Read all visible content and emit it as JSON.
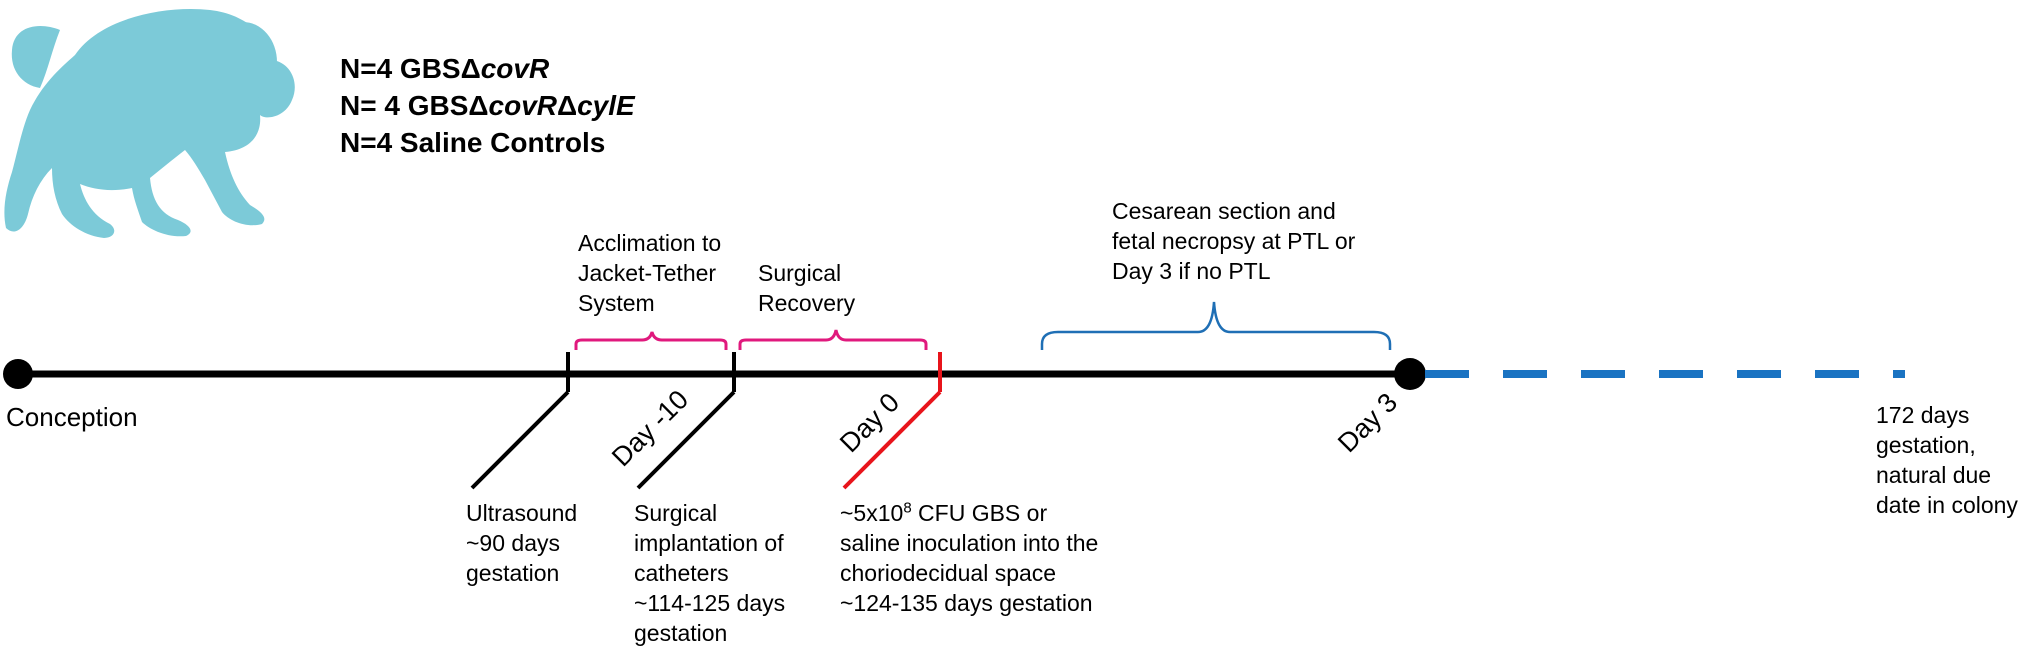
{
  "groups": [
    {
      "prefix": "N=4 GBSΔ",
      "italic": "covR",
      "suffix": ""
    },
    {
      "prefix": "N= 4 GBSΔ",
      "italic": "covR",
      "mid": "Δ",
      "italic2": "cylE"
    },
    {
      "prefix": "N=4 Saline Controls"
    }
  ],
  "icons": {
    "monkey": "monkey-silhouette-icon"
  },
  "colors": {
    "monkey": "#7ccad8",
    "bracket_pink": "#e0197d",
    "bracket_blue": "#1f6fb5",
    "dash_blue": "#1a73c2",
    "day0": "#e8141b",
    "timeline": "#000000"
  },
  "labels": {
    "conception": "Conception",
    "acclimation": [
      "Acclimation to",
      "Jacket-Tether",
      "System"
    ],
    "recovery": [
      "Surgical",
      "Recovery"
    ],
    "cesarean": [
      "Cesarean section and",
      "fetal necropsy at PTL or",
      "Day 3 if no PTL"
    ],
    "day_minus10": "Day -10",
    "day0": "Day 0",
    "day3": "Day 3",
    "ultrasound": [
      "Ultrasound",
      "~90 days",
      "gestation"
    ],
    "implantation": [
      "Surgical",
      "implantation of",
      "catheters",
      "~114-125 days",
      "gestation"
    ],
    "inoculation_l1_pre": "~5x10",
    "inoculation_l1_sup": "8",
    "inoculation_l1_post": " CFU GBS  or",
    "inoculation_rest": [
      "saline inoculation into the",
      "choriodecidual space",
      "~124-135 days gestation"
    ],
    "due": [
      "172 days",
      "gestation,",
      "natural due",
      "date in colony"
    ]
  }
}
